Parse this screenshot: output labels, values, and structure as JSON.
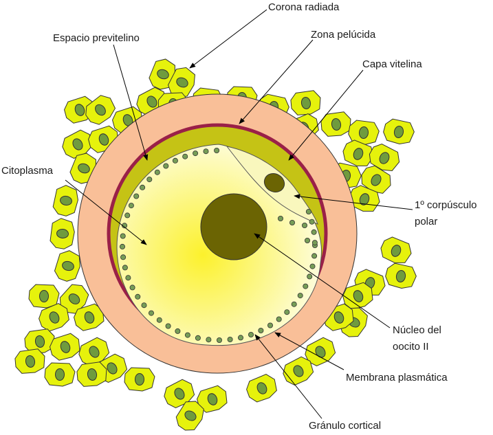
{
  "labels": {
    "corona_radiada": "Corona radiada",
    "espacio_previtelino": "Espacio previtelino",
    "zona_pelucida": "Zona pelúcida",
    "capa_vitelina": "Capa vitelina",
    "citoplasma": "Citoplasma",
    "corpusculo_polar_line1": "1º corpúsculo",
    "corpusculo_polar_line2": "polar",
    "nucleo_line1": "Núcleo del",
    "nucleo_line2": "oocito II",
    "membrana_plasmatica": "Membrana plasmática",
    "granulo_cortical": "Gránulo cortical"
  },
  "colors": {
    "follicle_cell": "#e6f20c",
    "follicle_nucleus": "#6f9b3e",
    "zona_pelucida": "#f9bf98",
    "capa_vitelina": "#9a2048",
    "previtelline_space": "#c5c315",
    "cytoplasm_center": "#fcf12c",
    "cytoplasm_edge": "#fdfde1",
    "nucleus": "#6b6403",
    "cortical_granule": "#769d57",
    "polar_body": "#f9f7bd"
  }
}
